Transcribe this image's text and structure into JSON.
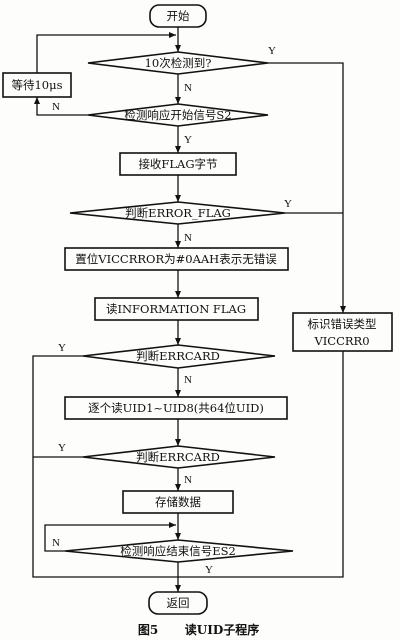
{
  "nodes": {
    "start": "开始",
    "check10": "10次检测到?",
    "wait": "等待10μs",
    "detect_start": "检测响应开始信号S2",
    "recv_flag": "接收FLAG字节",
    "judge_error_flag": "判断ERROR_FLAG",
    "set_viccrror": "置位VICCRROR为#0AAH表示无错误",
    "read_info_flag": "读INFORMATION FLAG",
    "mark_error_line1": "标识错误类型",
    "mark_error_line2": "VICCRR0",
    "judge_errcard_1": "判断ERRCARD",
    "read_uid": "逐个读UID1~UID8(共64位UID)",
    "judge_errcard_2": "判断ERRCARD",
    "store": "存储数据",
    "detect_end": "检测响应结束信号ES2",
    "return": "返回"
  },
  "branch_labels": [
    "Y",
    "N",
    "N",
    "Y",
    "Y",
    "N",
    "Y",
    "N",
    "Y",
    "N",
    "N",
    "Y"
  ],
  "caption": {
    "number": "图5",
    "title": "读UID子程序"
  }
}
